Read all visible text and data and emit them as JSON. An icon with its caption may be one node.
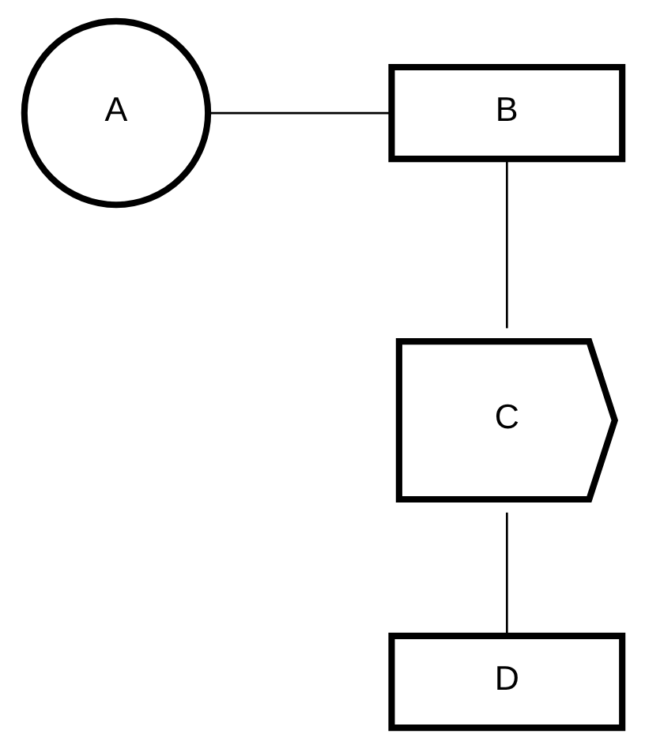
{
  "diagram": {
    "nodes": [
      {
        "text": [
          "A"
        ]
      },
      {
        "text": [
          "B"
        ]
      },
      {
        "text": [
          "C"
        ]
      },
      {
        "text": [
          "D"
        ]
      }
    ],
    "edges": [
      {
        "from": 0,
        "to": 1,
        "arrow": "none"
      },
      {
        "from": 1,
        "to": 2,
        "arrow": "none"
      },
      {
        "from": 2,
        "to": 3,
        "arrow": "none"
      }
    ]
  }
}
